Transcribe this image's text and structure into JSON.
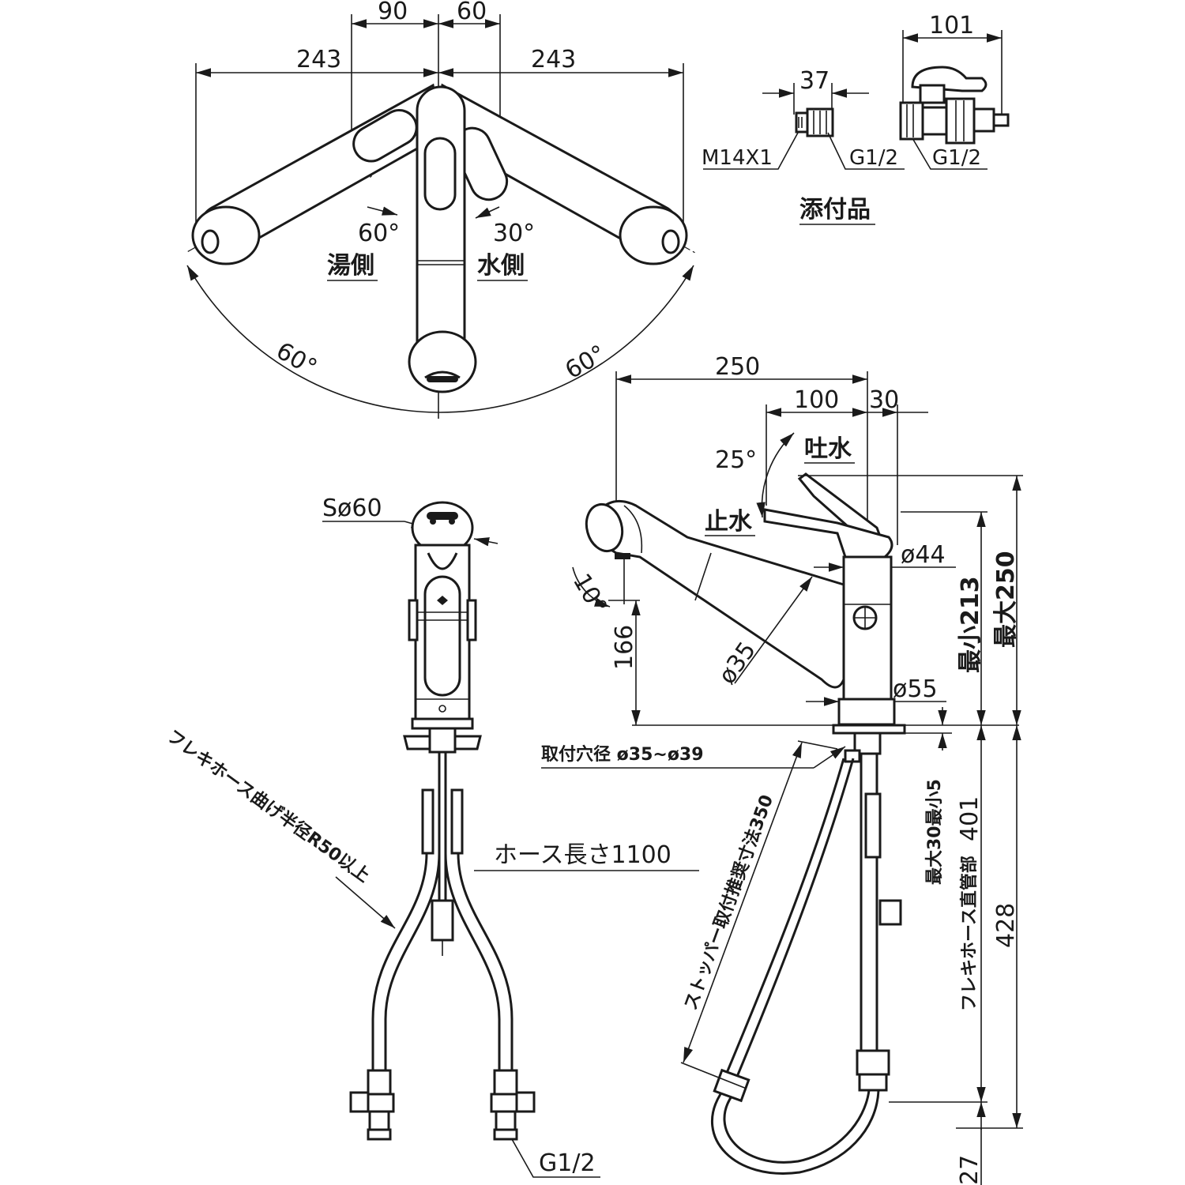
{
  "top_view": {
    "dims": {
      "d90": "90",
      "d60": "60",
      "left243": "243",
      "right243": "243"
    },
    "angle_hot": "60°",
    "angle_cold": "30°",
    "label_hot": "湯側",
    "label_cold": "水側",
    "swing_left": "60°",
    "swing_right": "60°"
  },
  "accessories": {
    "d37": "37",
    "d101": "101",
    "thread_m14": "M14X1",
    "thread_g1": "G1/2",
    "thread_g2": "G1/2",
    "title": "添付品"
  },
  "front_view": {
    "sphere": "Sø60",
    "hose_bend": "フレキホース曲げ半径R50以上",
    "hose_length": "ホース長さ1100",
    "thread": "G1/2"
  },
  "side_view": {
    "d250": "250",
    "d100": "100",
    "d30": "30",
    "angle25": "25°",
    "outlet": "吐水",
    "stop": "止水",
    "d44": "ø44",
    "angle10": "10°",
    "h166": "166",
    "d35": "ø35",
    "d55": "ø55",
    "min213": "最小213",
    "max250": "最大250",
    "mount_hole": "取付穴径 ø35~ø39",
    "plate_thick": "最大30最小5",
    "h401": "401",
    "h428": "428",
    "stopper": "ストッパー取付推奨寸法350",
    "flex_straight": "フレキホース直管部",
    "h27": "27"
  }
}
